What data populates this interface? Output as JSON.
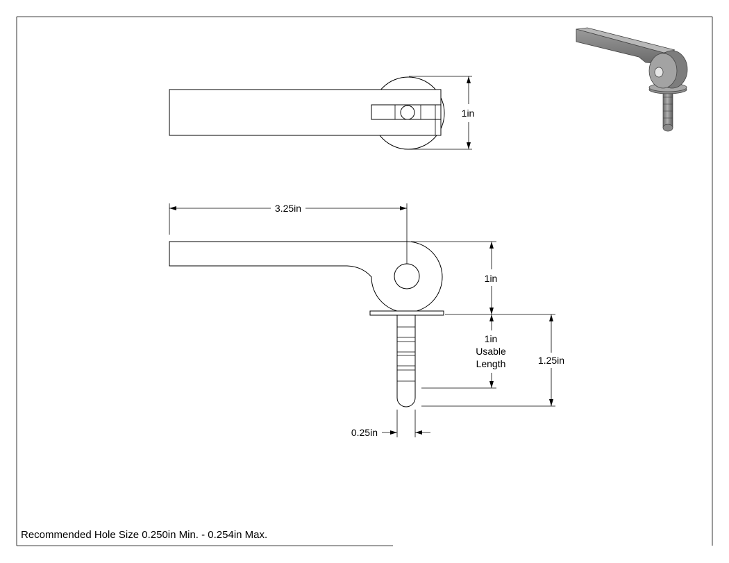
{
  "top_view": {
    "height_dim": "1in"
  },
  "side_view": {
    "length_dim": "3.25in",
    "arm_height_dim": "1in",
    "usable_dim_value": "1in",
    "usable_dim_line2": "Usable",
    "usable_dim_line3": "Length",
    "pin_length_dim": "1.25in",
    "pin_diameter_dim": "0.25in"
  },
  "note": "Recommended Hole Size 0.250in Min. - 0.254in Max."
}
